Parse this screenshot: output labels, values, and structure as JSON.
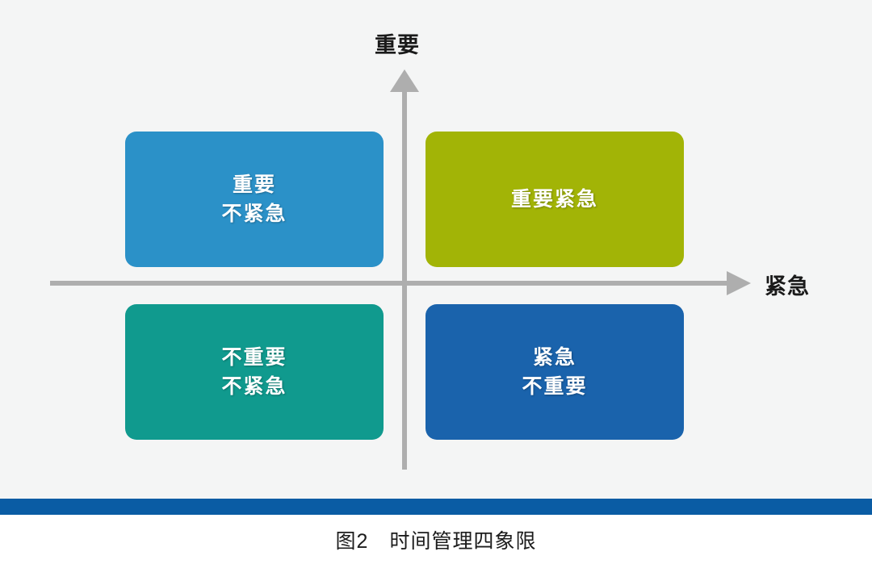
{
  "figure": {
    "background_color": "#f4f5f5",
    "caption": "图2　时间管理四象限",
    "bottom_bar_color": "#0a5ca4"
  },
  "axes": {
    "vertical_label": "重要",
    "horizontal_label": "紧急",
    "axis_color": "#aeaeae"
  },
  "quadrants": [
    {
      "id": "important-not-urgent",
      "position": "top-left",
      "line1": "重要",
      "line2": "不紧急",
      "color": "#2b91c8",
      "shadow_color": "#1a6e9c"
    },
    {
      "id": "important-urgent",
      "position": "top-right",
      "line1": "重要紧急",
      "line2": "",
      "color": "#a2b406",
      "shadow_color": "#7d8b04"
    },
    {
      "id": "not-important-not-urgent",
      "position": "bottom-left",
      "line1": "不重要",
      "line2": "不紧急",
      "color": "#109a8e",
      "shadow_color": "#0b7268"
    },
    {
      "id": "urgent-not-important",
      "position": "bottom-right",
      "line1": "紧急",
      "line2": "不重要",
      "color": "#1a63ac",
      "shadow_color": "#134a80"
    }
  ]
}
